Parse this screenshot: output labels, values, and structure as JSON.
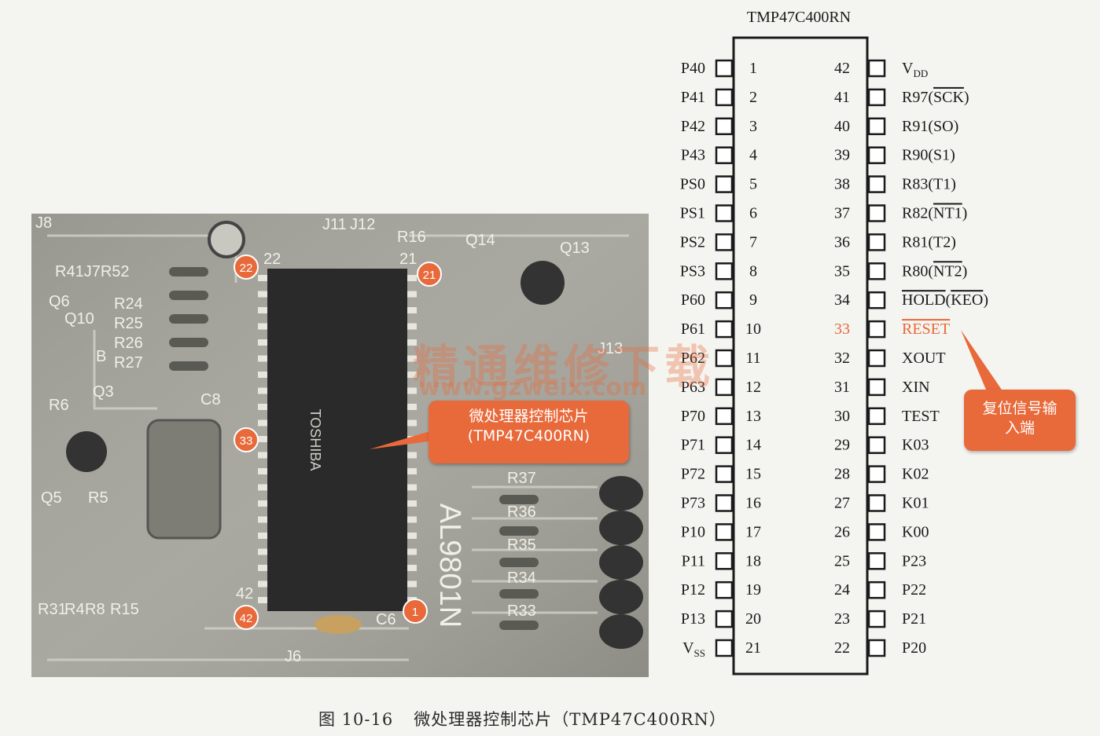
{
  "chip_title": "TMP47C400RN",
  "pins_left": [
    {
      "num": "1",
      "name": "P40"
    },
    {
      "num": "2",
      "name": "P41"
    },
    {
      "num": "3",
      "name": "P42"
    },
    {
      "num": "4",
      "name": "P43"
    },
    {
      "num": "5",
      "name": "PS0"
    },
    {
      "num": "6",
      "name": "PS1"
    },
    {
      "num": "7",
      "name": "PS2"
    },
    {
      "num": "8",
      "name": "PS3"
    },
    {
      "num": "9",
      "name": "P60"
    },
    {
      "num": "10",
      "name": "P61"
    },
    {
      "num": "11",
      "name": "P62"
    },
    {
      "num": "12",
      "name": "P63"
    },
    {
      "num": "13",
      "name": "P70"
    },
    {
      "num": "14",
      "name": "P71"
    },
    {
      "num": "15",
      "name": "P72"
    },
    {
      "num": "16",
      "name": "P73"
    },
    {
      "num": "17",
      "name": "P10"
    },
    {
      "num": "18",
      "name": "P11"
    },
    {
      "num": "19",
      "name": "P12"
    },
    {
      "num": "20",
      "name": "P13"
    },
    {
      "num": "21",
      "name": "VSS"
    }
  ],
  "pins_right": [
    {
      "num": "42",
      "name": "VDD"
    },
    {
      "num": "41",
      "name": "R97(SCK)"
    },
    {
      "num": "40",
      "name": "R91(SO)"
    },
    {
      "num": "39",
      "name": "R90(S1)"
    },
    {
      "num": "38",
      "name": "R83(T1)"
    },
    {
      "num": "37",
      "name": "R82(NT1)"
    },
    {
      "num": "36",
      "name": "R81(T2)"
    },
    {
      "num": "35",
      "name": "R80(NT2)"
    },
    {
      "num": "34",
      "name": "HOLD(KEO)"
    },
    {
      "num": "33",
      "name": "RESET"
    },
    {
      "num": "32",
      "name": "XOUT"
    },
    {
      "num": "31",
      "name": "XIN"
    },
    {
      "num": "30",
      "name": "TEST"
    },
    {
      "num": "29",
      "name": "K03"
    },
    {
      "num": "28",
      "name": "K02"
    },
    {
      "num": "27",
      "name": "K01"
    },
    {
      "num": "26",
      "name": "K00"
    },
    {
      "num": "25",
      "name": "P23"
    },
    {
      "num": "24",
      "name": "P22"
    },
    {
      "num": "23",
      "name": "P21"
    },
    {
      "num": "22",
      "name": "P20"
    }
  ],
  "highlight_pin": "33",
  "callout_reset": "复位信号输入端",
  "callout_chip": {
    "line1": "微处理器控制芯片",
    "line2": "(TMP47C400RN)"
  },
  "photo_markers": [
    "22",
    "21",
    "33",
    "42",
    "1"
  ],
  "board_labels": [
    "J8",
    "R41J7R52",
    "R24",
    "R25",
    "R26",
    "R27",
    "Q6",
    "Q10",
    "R6",
    "Q3",
    "Q5",
    "R5",
    "C8",
    "J11",
    "J12",
    "R16",
    "Q14",
    "Q13",
    "J13",
    "R37",
    "R36",
    "R35",
    "R34",
    "R33",
    "C6",
    "J6",
    "R31",
    "R4",
    "R8",
    "R15",
    "22",
    "21",
    "42",
    "B",
    "AL9801N",
    "TOSHIBA"
  ],
  "watermark": {
    "line1": "精通维修下载",
    "line2": "www.gzweix.com"
  },
  "caption": {
    "figure": "图 10-16",
    "text": "微处理器控制芯片（TMP47C400RN）"
  },
  "colors": {
    "accent": "#e8693a",
    "board": "#9a9a92",
    "ink": "#1a1a1a"
  }
}
